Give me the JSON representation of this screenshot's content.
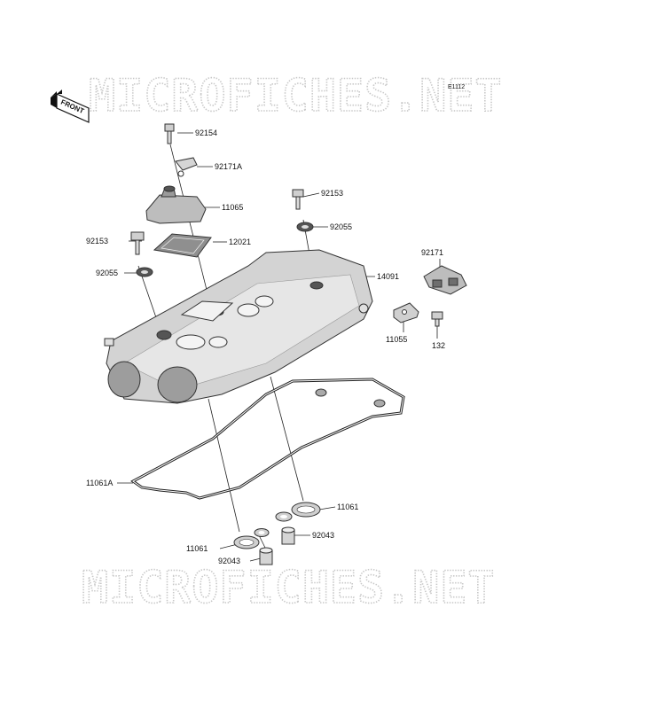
{
  "watermark": {
    "text": "MICROFICHES.NET"
  },
  "diagram_code": "E1112",
  "front_badge": {
    "text": "FRONT"
  },
  "labels": {
    "bolt_top": "92154",
    "clamp_top": "92171A",
    "breather_cover": "11065",
    "bolt_right": "92153",
    "washer_right": "92055",
    "bolt_left": "92153",
    "breather_plate": "12021",
    "washer_left": "92055",
    "head_cover": "14091",
    "clamp_right": "92171",
    "bracket": "11055",
    "bolt_small": "132",
    "gasket_main": "11061A",
    "gasket_plug_right": "11061",
    "gasket_plug_left": "11061",
    "collar_right": "92043",
    "collar_left": "92043"
  },
  "colors": {
    "ink": "#222222",
    "part_fill": "#d9d9d9",
    "part_dark": "#9a9a9a",
    "watermark": "#c8c8c8"
  }
}
